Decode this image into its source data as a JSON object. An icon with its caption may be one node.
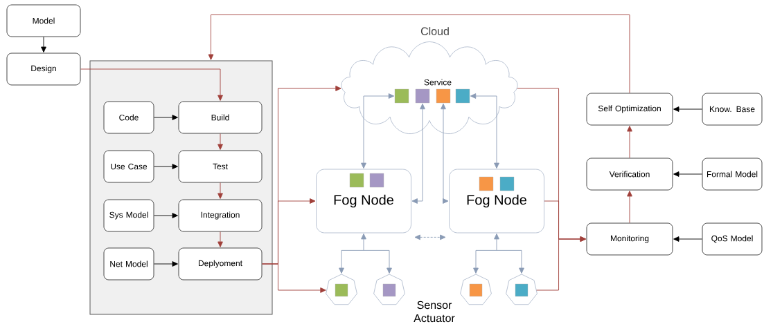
{
  "diagram": {
    "nodes": [
      {
        "text": [
          "Model"
        ]
      },
      {
        "text": [
          "Design"
        ]
      },
      {
        "text": [],
        "shape": "box"
      },
      {
        "text": [
          "Code"
        ],
        "in": 2
      },
      {
        "text": [
          "Build"
        ],
        "in": 2
      },
      {
        "text": [
          "Use Case"
        ],
        "in": 2
      },
      {
        "text": [
          "Test"
        ],
        "in": 2
      },
      {
        "text": [
          "Sys Model"
        ],
        "in": 2
      },
      {
        "text": [
          "Integration"
        ],
        "in": 2
      },
      {
        "text": [
          "Net Model"
        ],
        "in": 2
      },
      {
        "text": [
          "Deplyoment"
        ],
        "in": 2
      },
      {
        "text": [
          "Cloud",
          "Service"
        ]
      },
      {
        "text": [],
        "shape": "box",
        "in": 11
      },
      {
        "text": [],
        "shape": "box",
        "in": 11
      },
      {
        "text": [],
        "shape": "box",
        "in": 11
      },
      {
        "text": [],
        "shape": "box",
        "in": 11
      },
      {
        "text": [
          "Fog Node"
        ]
      },
      {
        "text": [
          "Fog Node"
        ]
      },
      {
        "text": [],
        "shape": "heptagon"
      },
      {
        "text": [],
        "shape": "heptagon"
      },
      {
        "text": [],
        "shape": "heptagon"
      },
      {
        "text": [],
        "shape": "heptagon"
      },
      {
        "text": [
          "Self Optimization"
        ]
      },
      {
        "text": [
          "Know. Base"
        ]
      },
      {
        "text": [
          "Verification"
        ]
      },
      {
        "text": [
          "Formal Model"
        ]
      },
      {
        "text": [
          "Monitoring"
        ]
      },
      {
        "text": [
          "QoS Model"
        ]
      }
    ],
    "edges": [
      {
        "from": 0,
        "to": 1,
        "arrow": "to",
        "color": "#000000"
      },
      {
        "from": 1,
        "to": 4,
        "arrow": "to"
      },
      {
        "from": 3,
        "to": 4,
        "arrow": "to",
        "color": "#000000"
      },
      {
        "from": 4,
        "to": 6,
        "arrow": "to"
      },
      {
        "from": 5,
        "to": 6,
        "arrow": "to",
        "color": "#000000"
      },
      {
        "from": 6,
        "to": 8,
        "arrow": "to"
      },
      {
        "from": 7,
        "to": 8,
        "arrow": "to",
        "color": "#000000"
      },
      {
        "from": 8,
        "to": 10,
        "arrow": "to"
      },
      {
        "from": 9,
        "to": 10,
        "arrow": "to",
        "color": "#000000"
      },
      {
        "from": 10,
        "to": 11,
        "arrow": "to"
      },
      {
        "from": 10,
        "to": 16,
        "arrow": "to"
      },
      {
        "from": 10,
        "to": 18,
        "arrow": "to"
      },
      {
        "from": 16,
        "to": 12,
        "arrow": "both",
        "color": "#8a9bb5"
      },
      {
        "from": 16,
        "to": 13,
        "arrow": "both",
        "color": "#8a9bb5"
      },
      {
        "from": 17,
        "to": 14,
        "arrow": "both",
        "color": "#8a9bb5"
      },
      {
        "from": 17,
        "to": 15,
        "arrow": "both",
        "color": "#8a9bb5"
      },
      {
        "from": 16,
        "to": 17,
        "arrow": "both",
        "style": "dashed",
        "color": "#8a9bb5"
      },
      {
        "from": 16,
        "to": 18,
        "arrow": "both",
        "color": "#8a9bb5"
      },
      {
        "from": 16,
        "to": 19,
        "arrow": "both",
        "color": "#8a9bb5"
      },
      {
        "from": 17,
        "to": 20,
        "arrow": "both",
        "color": "#8a9bb5"
      },
      {
        "from": 17,
        "to": 21,
        "arrow": "both",
        "color": "#8a9bb5"
      },
      {
        "from": 11,
        "to": 26,
        "arrow": "to"
      },
      {
        "from": 17,
        "to": 26,
        "arrow": "to"
      },
      {
        "from": 21,
        "to": 26,
        "arrow": "to"
      },
      {
        "from": 26,
        "to": 24,
        "arrow": "to"
      },
      {
        "from": 24,
        "to": 22,
        "arrow": "to"
      },
      {
        "from": 22,
        "to": 2,
        "arrow": "to"
      },
      {
        "from": 23,
        "to": 22,
        "arrow": "to",
        "color": "#000000"
      },
      {
        "from": 25,
        "to": 24,
        "arrow": "to",
        "color": "#000000"
      },
      {
        "from": 27,
        "to": 26,
        "arrow": "to",
        "color": "#000000"
      }
    ],
    "labels": [
      "Sensor Actuator"
    ]
  }
}
